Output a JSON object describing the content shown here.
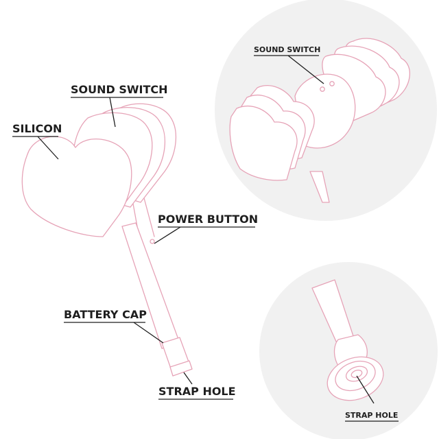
{
  "colors": {
    "outline": "#e6a3b7",
    "label": "#1e1e1e",
    "zoom_background": "#f1f1f1"
  },
  "labels": {
    "sound_switch": "SOUND SWITCH",
    "silicon": "SILICON",
    "power_button": "POWER BUTTON",
    "battery_cap": "BATTERY CAP",
    "strap_hole": "STRAP HOLE"
  },
  "zoom_top": {
    "sound_switch": "SOUND SWITCH"
  },
  "zoom_bottom": {
    "strap_hole": "STRAP HOLE"
  }
}
